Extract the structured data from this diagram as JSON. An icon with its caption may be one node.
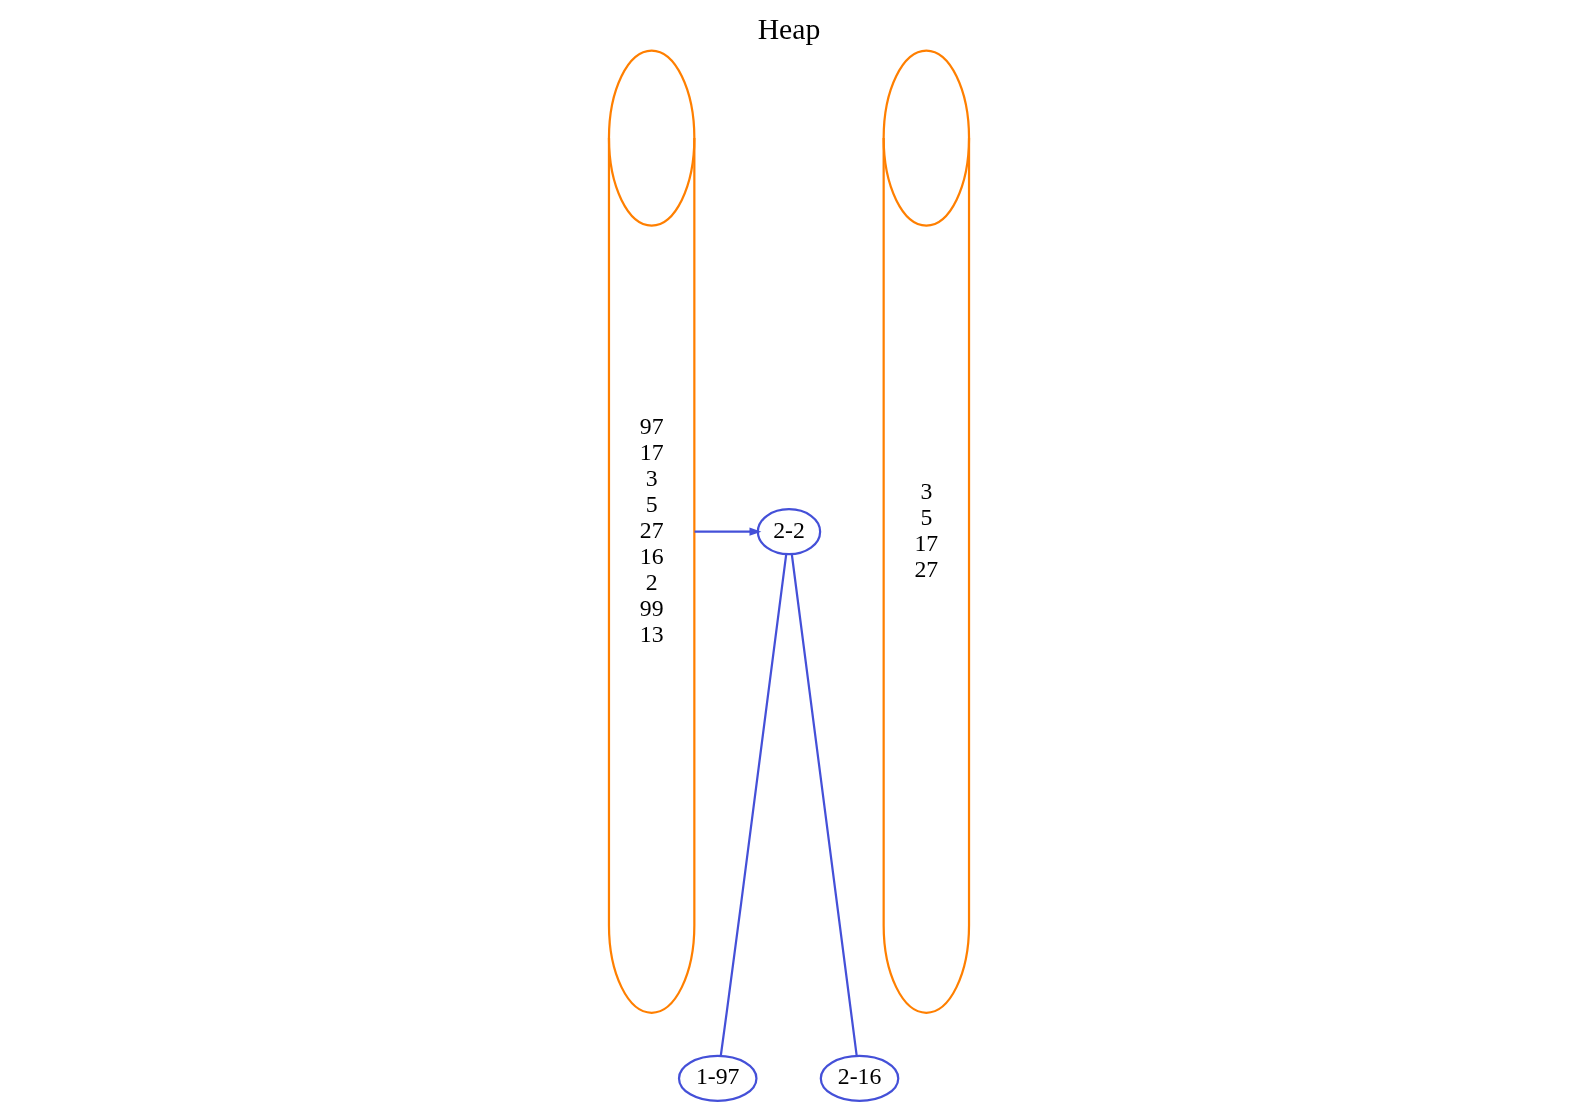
{
  "diagram": {
    "title": "Heap",
    "nodes": [
      {
        "text": [
          "97",
          "17",
          "3",
          "5",
          "27",
          "16",
          "2",
          "99",
          "13"
        ]
      },
      {
        "text": [
          "2-2"
        ]
      },
      {
        "text": [
          "1-97"
        ]
      },
      {
        "text": [
          "2-16"
        ]
      },
      {
        "text": [
          "3",
          "5",
          "17",
          "27"
        ]
      }
    ],
    "edges": [
      {
        "from": 0,
        "to": 1,
        "arrow": "to"
      },
      {
        "from": 1,
        "to": 2,
        "arrow": "none"
      },
      {
        "from": 1,
        "to": 3,
        "arrow": "none"
      }
    ]
  }
}
